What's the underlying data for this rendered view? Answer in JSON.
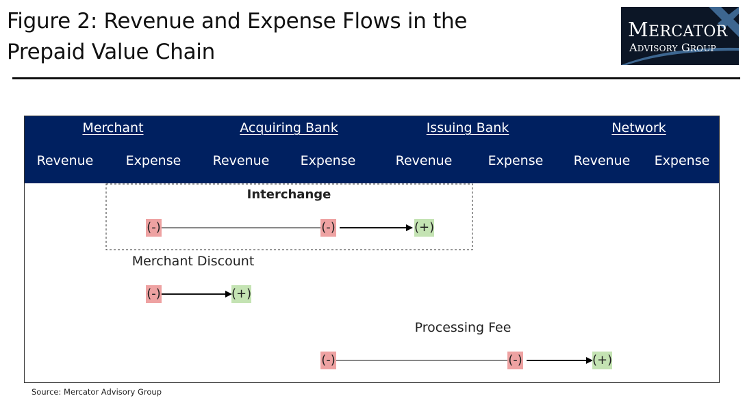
{
  "title": {
    "line1": "Figure 2: Revenue and Expense Flows in the",
    "line2": "Prepaid Value Chain"
  },
  "logo": {
    "line1_initial": "M",
    "line1_rest": "ERCATOR",
    "line2_a": "A",
    "line2_b": "DVISORY",
    "line2_c": "G",
    "line2_d": "ROUP",
    "background_color": "#0c1626",
    "accent_color": "#3d6690"
  },
  "header": {
    "background_color": "#002060",
    "parties": [
      "Merchant",
      "Acquiring Bank",
      "Issuing Bank",
      "Network"
    ],
    "columns": [
      "Revenue",
      "Expense",
      "Revenue",
      "Expense",
      "Revenue",
      "Expense",
      "Revenue",
      "Expense"
    ]
  },
  "flows": {
    "interchange": {
      "label": "Interchange",
      "badges": [
        "(-)",
        "(-)",
        "(+)"
      ]
    },
    "merchant_discount": {
      "label": "Merchant Discount",
      "badges": [
        "(-)",
        "(+)"
      ]
    },
    "processing_fee": {
      "label": "Processing Fee",
      "badges": [
        "(-)",
        "(-)",
        "(+)"
      ]
    }
  },
  "colors": {
    "negative": "#eea2a2",
    "positive": "#c4e3b3"
  },
  "source": "Source: Mercator Advisory Group"
}
